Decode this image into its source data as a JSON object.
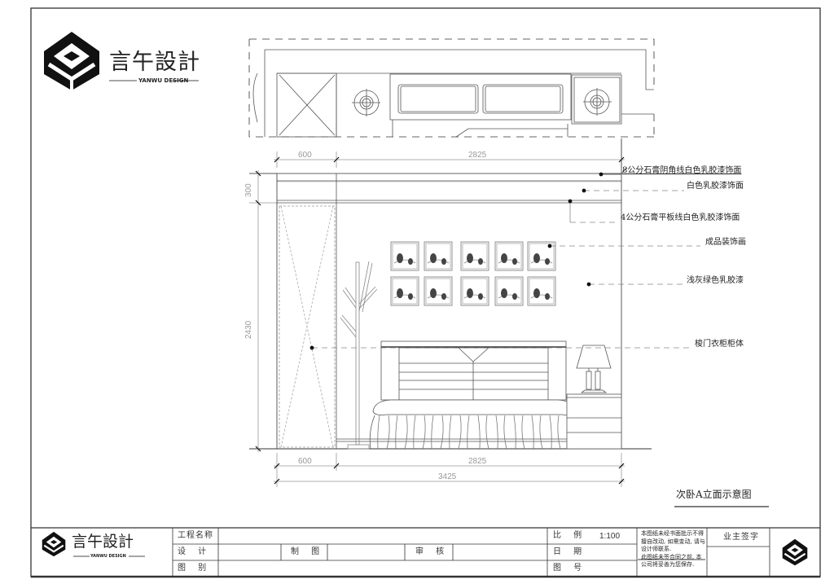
{
  "brand": {
    "name_cn": "言午設計",
    "name_en": "YANWU DESIGN"
  },
  "dimensions": {
    "top": [
      "600",
      "2825"
    ],
    "bottom": [
      "600",
      "2825"
    ],
    "total": "3425",
    "vertical": [
      "300",
      "2430"
    ]
  },
  "annotations": [
    "8公分石膏阴角线白色乳胶漆饰面",
    "白色乳胶漆饰面",
    "4公分石膏平板线白色乳胶漆饰面",
    "成品装饰画",
    "浅灰绿色乳胶漆",
    "梭门衣柜柜体"
  ],
  "drawing_title": "次卧A立面示意图",
  "title_block": {
    "project_name_label": "工程名称",
    "design_label": "设 计",
    "drafting_label": "制 图",
    "review_label": "审 核",
    "category_label": "图 别",
    "scale_label": "比 例",
    "scale_value": "1:100",
    "date_label": "日 期",
    "drawing_no_label": "图 号",
    "notes": [
      "本图纸未经书面批示不得擅自改动, 如需变动, 请与设计师联系.",
      "此图纸未签合同之前, 本公司将妥善为您保存."
    ],
    "owner_signature_label": "业主签字"
  }
}
